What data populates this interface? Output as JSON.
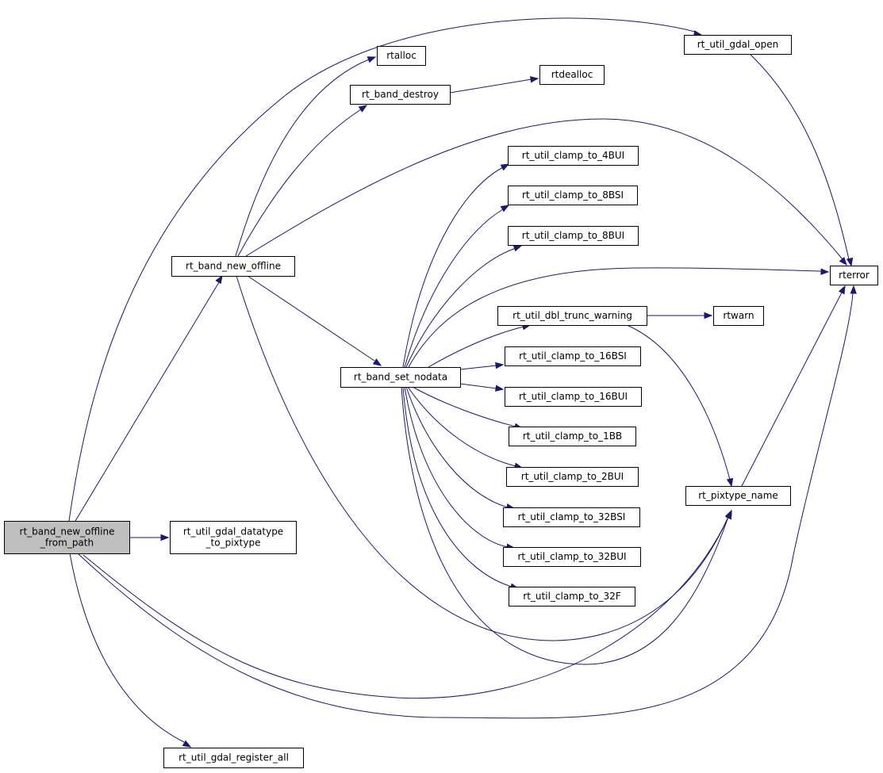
{
  "graph": {
    "colors": {
      "edge": "#191970",
      "node_fill": "#ffffff",
      "focus_fill": "#bfbfbf",
      "border": "#000000"
    },
    "nodes": [
      {
        "id": "root",
        "label_lines": [
          "rt_band_new_offline",
          "_from_path"
        ],
        "focus": true
      },
      {
        "id": "rtalloc",
        "label_lines": [
          "rtalloc"
        ]
      },
      {
        "id": "rt_band_destroy",
        "label_lines": [
          "rt_band_destroy"
        ]
      },
      {
        "id": "rtdealloc",
        "label_lines": [
          "rtdealloc"
        ]
      },
      {
        "id": "rt_util_gdal_open",
        "label_lines": [
          "rt_util_gdal_open"
        ]
      },
      {
        "id": "rt_util_clamp_to_4BUI",
        "label_lines": [
          "rt_util_clamp_to_4BUI"
        ]
      },
      {
        "id": "rt_util_clamp_to_8BSI",
        "label_lines": [
          "rt_util_clamp_to_8BSI"
        ]
      },
      {
        "id": "rt_util_clamp_to_8BUI",
        "label_lines": [
          "rt_util_clamp_to_8BUI"
        ]
      },
      {
        "id": "rt_band_new_offline",
        "label_lines": [
          "rt_band_new_offline"
        ]
      },
      {
        "id": "rterror",
        "label_lines": [
          "rterror"
        ]
      },
      {
        "id": "rt_util_dbl_trunc_warning",
        "label_lines": [
          "rt_util_dbl_trunc_warning"
        ]
      },
      {
        "id": "rtwarn",
        "label_lines": [
          "rtwarn"
        ]
      },
      {
        "id": "rt_util_clamp_to_16BSI",
        "label_lines": [
          "rt_util_clamp_to_16BSI"
        ]
      },
      {
        "id": "rt_band_set_nodata",
        "label_lines": [
          "rt_band_set_nodata"
        ]
      },
      {
        "id": "rt_util_clamp_to_16BUI",
        "label_lines": [
          "rt_util_clamp_to_16BUI"
        ]
      },
      {
        "id": "rt_util_clamp_to_1BB",
        "label_lines": [
          "rt_util_clamp_to_1BB"
        ]
      },
      {
        "id": "rt_util_clamp_to_2BUI",
        "label_lines": [
          "rt_util_clamp_to_2BUI"
        ]
      },
      {
        "id": "rt_pixtype_name",
        "label_lines": [
          "rt_pixtype_name"
        ]
      },
      {
        "id": "rt_util_clamp_to_32BSI",
        "label_lines": [
          "rt_util_clamp_to_32BSI"
        ]
      },
      {
        "id": "rt_util_gdal_datatype_to_pixtype",
        "label_lines": [
          "rt_util_gdal_datatype",
          "_to_pixtype"
        ]
      },
      {
        "id": "rt_util_clamp_to_32BUI",
        "label_lines": [
          "rt_util_clamp_to_32BUI"
        ]
      },
      {
        "id": "rt_util_clamp_to_32F",
        "label_lines": [
          "rt_util_clamp_to_32F"
        ]
      },
      {
        "id": "rt_util_gdal_register_all",
        "label_lines": [
          "rt_util_gdal_register_all"
        ]
      }
    ],
    "edges": [
      {
        "from": "root",
        "to": "rt_util_gdal_open"
      },
      {
        "from": "root",
        "to": "rt_band_new_offline"
      },
      {
        "from": "root",
        "to": "rt_util_gdal_datatype_to_pixtype"
      },
      {
        "from": "root",
        "to": "rt_util_gdal_register_all"
      },
      {
        "from": "root",
        "to": "rt_pixtype_name"
      },
      {
        "from": "root",
        "to": "rterror"
      },
      {
        "from": "rt_util_gdal_open",
        "to": "rterror"
      },
      {
        "from": "rt_band_new_offline",
        "to": "rtalloc"
      },
      {
        "from": "rt_band_new_offline",
        "to": "rt_band_destroy"
      },
      {
        "from": "rt_band_new_offline",
        "to": "rterror"
      },
      {
        "from": "rt_band_new_offline",
        "to": "rt_band_set_nodata"
      },
      {
        "from": "rt_band_new_offline",
        "to": "rt_pixtype_name"
      },
      {
        "from": "rt_band_destroy",
        "to": "rtdealloc"
      },
      {
        "from": "rt_band_set_nodata",
        "to": "rt_util_clamp_to_4BUI"
      },
      {
        "from": "rt_band_set_nodata",
        "to": "rt_util_clamp_to_8BSI"
      },
      {
        "from": "rt_band_set_nodata",
        "to": "rt_util_clamp_to_8BUI"
      },
      {
        "from": "rt_band_set_nodata",
        "to": "rterror"
      },
      {
        "from": "rt_band_set_nodata",
        "to": "rt_util_dbl_trunc_warning"
      },
      {
        "from": "rt_band_set_nodata",
        "to": "rt_util_clamp_to_16BSI"
      },
      {
        "from": "rt_band_set_nodata",
        "to": "rt_util_clamp_to_16BUI"
      },
      {
        "from": "rt_band_set_nodata",
        "to": "rt_util_clamp_to_1BB"
      },
      {
        "from": "rt_band_set_nodata",
        "to": "rt_util_clamp_to_2BUI"
      },
      {
        "from": "rt_band_set_nodata",
        "to": "rt_util_clamp_to_32BSI"
      },
      {
        "from": "rt_band_set_nodata",
        "to": "rt_util_clamp_to_32BUI"
      },
      {
        "from": "rt_band_set_nodata",
        "to": "rt_util_clamp_to_32F"
      },
      {
        "from": "rt_band_set_nodata",
        "to": "rt_pixtype_name"
      },
      {
        "from": "rt_util_dbl_trunc_warning",
        "to": "rtwarn"
      },
      {
        "from": "rt_util_dbl_trunc_warning",
        "to": "rt_pixtype_name"
      },
      {
        "from": "rt_pixtype_name",
        "to": "rterror"
      }
    ]
  }
}
